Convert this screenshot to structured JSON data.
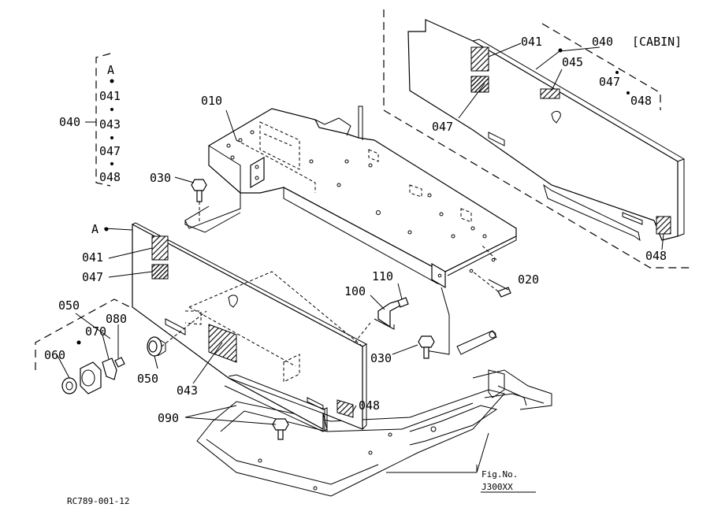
{
  "diagram": {
    "kit_group": {
      "part": "040",
      "items": [
        "A",
        "041",
        "043",
        "047",
        "048"
      ]
    },
    "cabin_group": {
      "part": "040",
      "tag": "[CABIN]",
      "items": [
        "041",
        "045",
        "047",
        "048"
      ],
      "extra_048": "048"
    },
    "parts": {
      "p010": "010",
      "p020": "020",
      "p030a": "030",
      "p030b": "030",
      "p041": "041",
      "p043": "043",
      "p047": "047",
      "p048": "048",
      "p050": "050",
      "p050b": "050",
      "p060": "060",
      "p070": "070",
      "p080": "080",
      "p090": "090",
      "p100": "100",
      "p110": "110",
      "markerA": "A"
    },
    "fig_ref": {
      "line1": "Fig.No.",
      "line2": "J300XX"
    },
    "drawing_code": "RC789-001-12"
  }
}
